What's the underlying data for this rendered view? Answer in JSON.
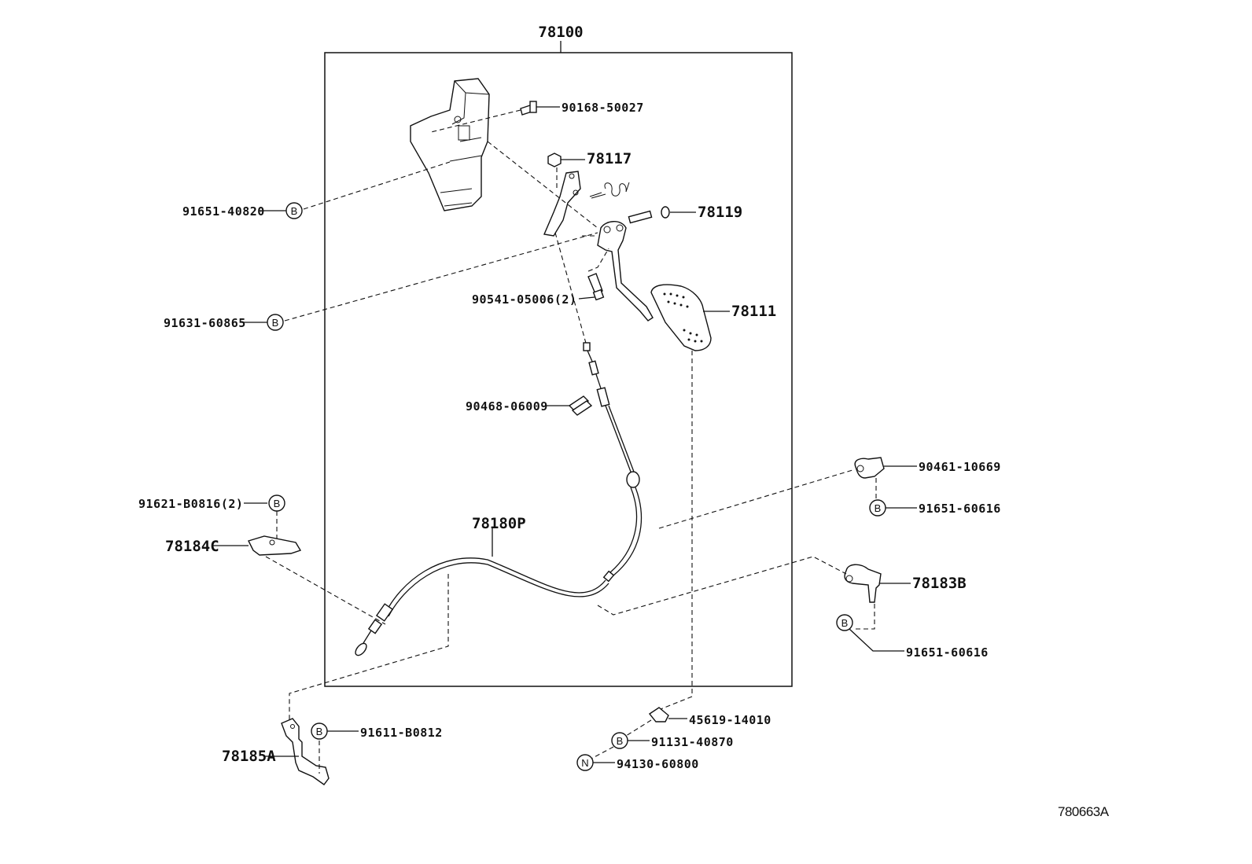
{
  "diagram": {
    "assembly_label": "78100",
    "drawing_code": "780663A",
    "parts": [
      {
        "id": "p90168",
        "label": "90168-50027"
      },
      {
        "id": "p78117",
        "label": "78117"
      },
      {
        "id": "p78119",
        "label": "78119"
      },
      {
        "id": "p91651a",
        "label": "91651-40820",
        "symbol": "B"
      },
      {
        "id": "p91631",
        "label": "91631-60865",
        "symbol": "B"
      },
      {
        "id": "p90541",
        "label": "90541-05006(2)"
      },
      {
        "id": "p78111",
        "label": "78111"
      },
      {
        "id": "p90468",
        "label": "90468-06009"
      },
      {
        "id": "p90461",
        "label": "90461-10669"
      },
      {
        "id": "p91651b",
        "label": "91651-60616",
        "symbol": "B"
      },
      {
        "id": "p91621",
        "label": "91621-B0816(2)",
        "symbol": "B"
      },
      {
        "id": "p78180",
        "label": "78180P"
      },
      {
        "id": "p78184",
        "label": "78184C"
      },
      {
        "id": "p78183",
        "label": "78183B"
      },
      {
        "id": "p91651c",
        "label": "91651-60616",
        "symbol": "B"
      },
      {
        "id": "p45619",
        "label": "45619-14010"
      },
      {
        "id": "p91611",
        "label": "91611-B0812",
        "symbol": "B"
      },
      {
        "id": "p91131",
        "label": "91131-40870",
        "symbol": "B"
      },
      {
        "id": "p78185",
        "label": "78185A"
      },
      {
        "id": "p94130",
        "label": "94130-60800",
        "symbol": "N"
      }
    ]
  }
}
